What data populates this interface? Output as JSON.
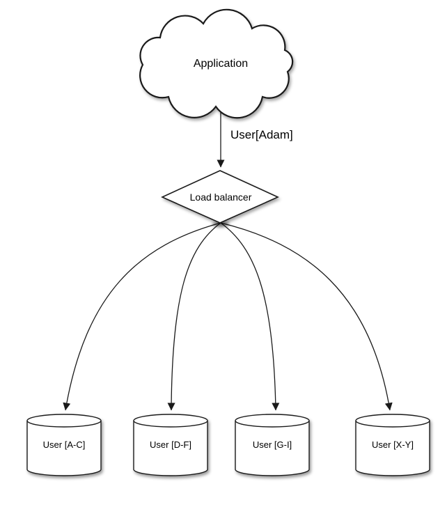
{
  "diagram": {
    "nodes": {
      "application": {
        "label": "Application",
        "shape": "cloud"
      },
      "load_balancer": {
        "label": "Load balancer",
        "shape": "diamond"
      },
      "shards": [
        {
          "label": "User [A-C]",
          "shape": "cylinder"
        },
        {
          "label": "User [D-F]",
          "shape": "cylinder"
        },
        {
          "label": "User [G-I]",
          "shape": "cylinder"
        },
        {
          "label": "User [X-Y]",
          "shape": "cylinder"
        }
      ]
    },
    "edges": {
      "app_to_lb_label": "User[Adam]"
    },
    "colors": {
      "background": "#ffffff",
      "stroke": "#1a1a1a",
      "shape_fill": "#ffffff",
      "text": "#000000"
    }
  }
}
